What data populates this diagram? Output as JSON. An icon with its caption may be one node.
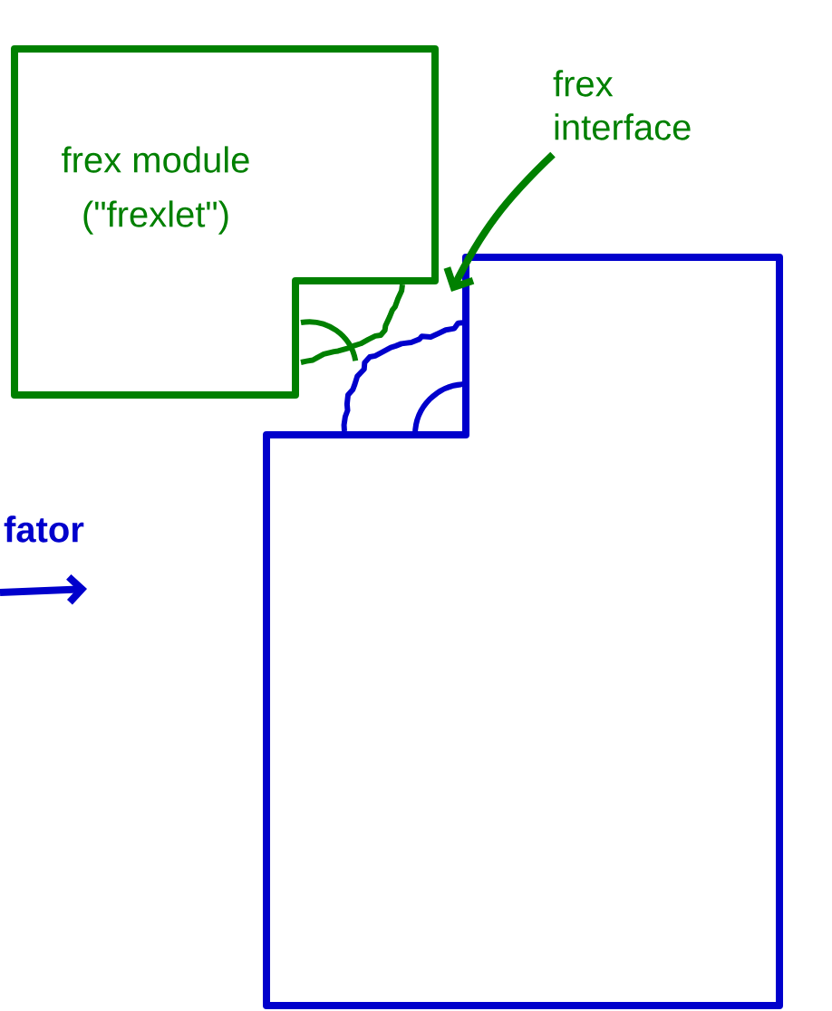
{
  "diagram": {
    "nodes": [
      {
        "text": [
          "frex module",
          "(\"frexlet\")"
        ]
      },
      {
        "text": [],
        "shape": "box"
      },
      {
        "text": [
          "frex interface"
        ]
      },
      {
        "text": [],
        "shape": "picture"
      }
    ],
    "edges": [
      {
        "from": 2,
        "to": 3,
        "arrow": "to"
      }
    ],
    "labels": [
      "fator"
    ]
  }
}
